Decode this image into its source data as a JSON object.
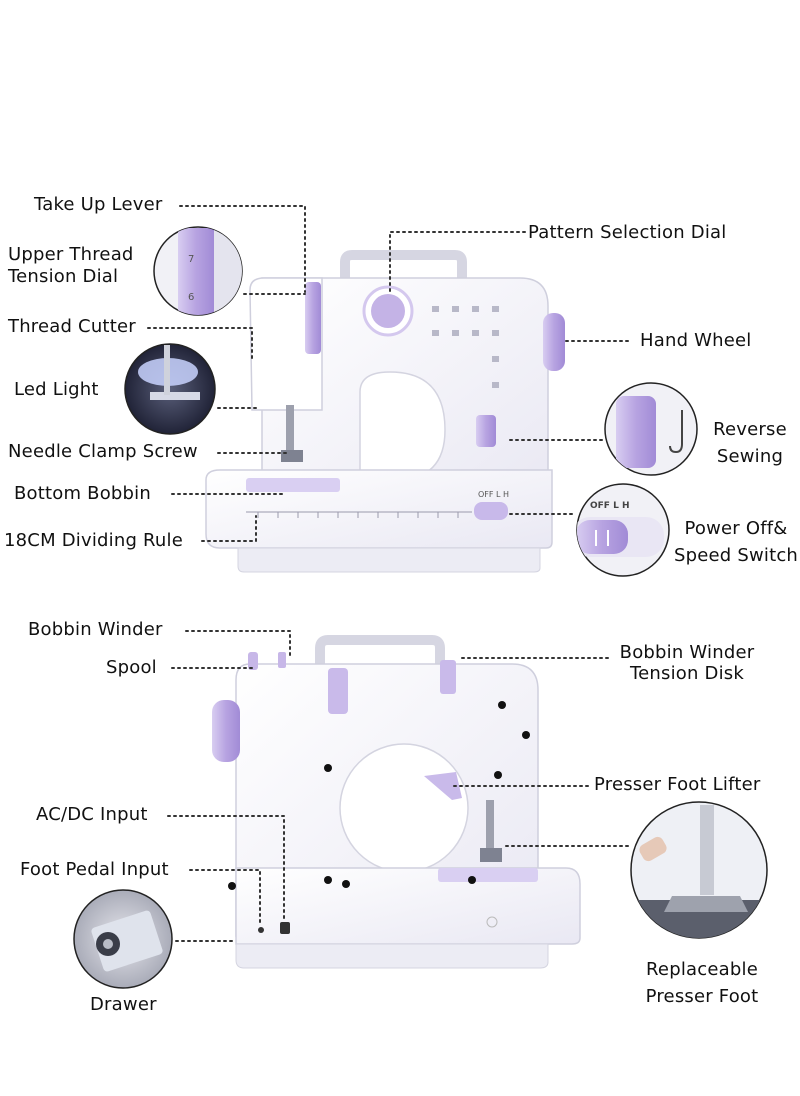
{
  "top_view": {
    "labels": {
      "take_up_lever": "Take Up Lever",
      "upper_thread_tension_dial": "Upper Thread\nTension Dial",
      "thread_cutter": "Thread Cutter",
      "led_light": "Led Light",
      "needle_clamp_screw": "Needle Clamp Screw",
      "bottom_bobbin": "Bottom Bobbin",
      "dividing_rule": "18CM Dividing Rule",
      "pattern_selection_dial": "Pattern Selection Dial",
      "hand_wheel": "Hand Wheel",
      "reverse_sewing": "Reverse\nSewing",
      "power_speed_switch": "Power Off&\nSpeed Switch"
    },
    "switch_text": "OFF L H",
    "callout_switch_text": "OFF  L  H",
    "dial_numbers": [
      "7",
      "6"
    ]
  },
  "bottom_view": {
    "labels": {
      "bobbin_winder": "Bobbin Winder",
      "spool": "Spool",
      "bobbin_winder_tension_disk": "Bobbin Winder\nTension Disk",
      "presser_foot_lifter": "Presser Foot Lifter",
      "ac_dc_input": "AC/DC Input",
      "foot_pedal_input": "Foot Pedal Input",
      "drawer": "Drawer",
      "replaceable_presser_foot": "Replaceable\nPresser Foot"
    }
  },
  "colors": {
    "body": "#f4f4fa",
    "outline": "#c9c9d8",
    "accent": "#b9a6e0",
    "accent_dark": "#9b86cf",
    "leader": "#333333"
  }
}
